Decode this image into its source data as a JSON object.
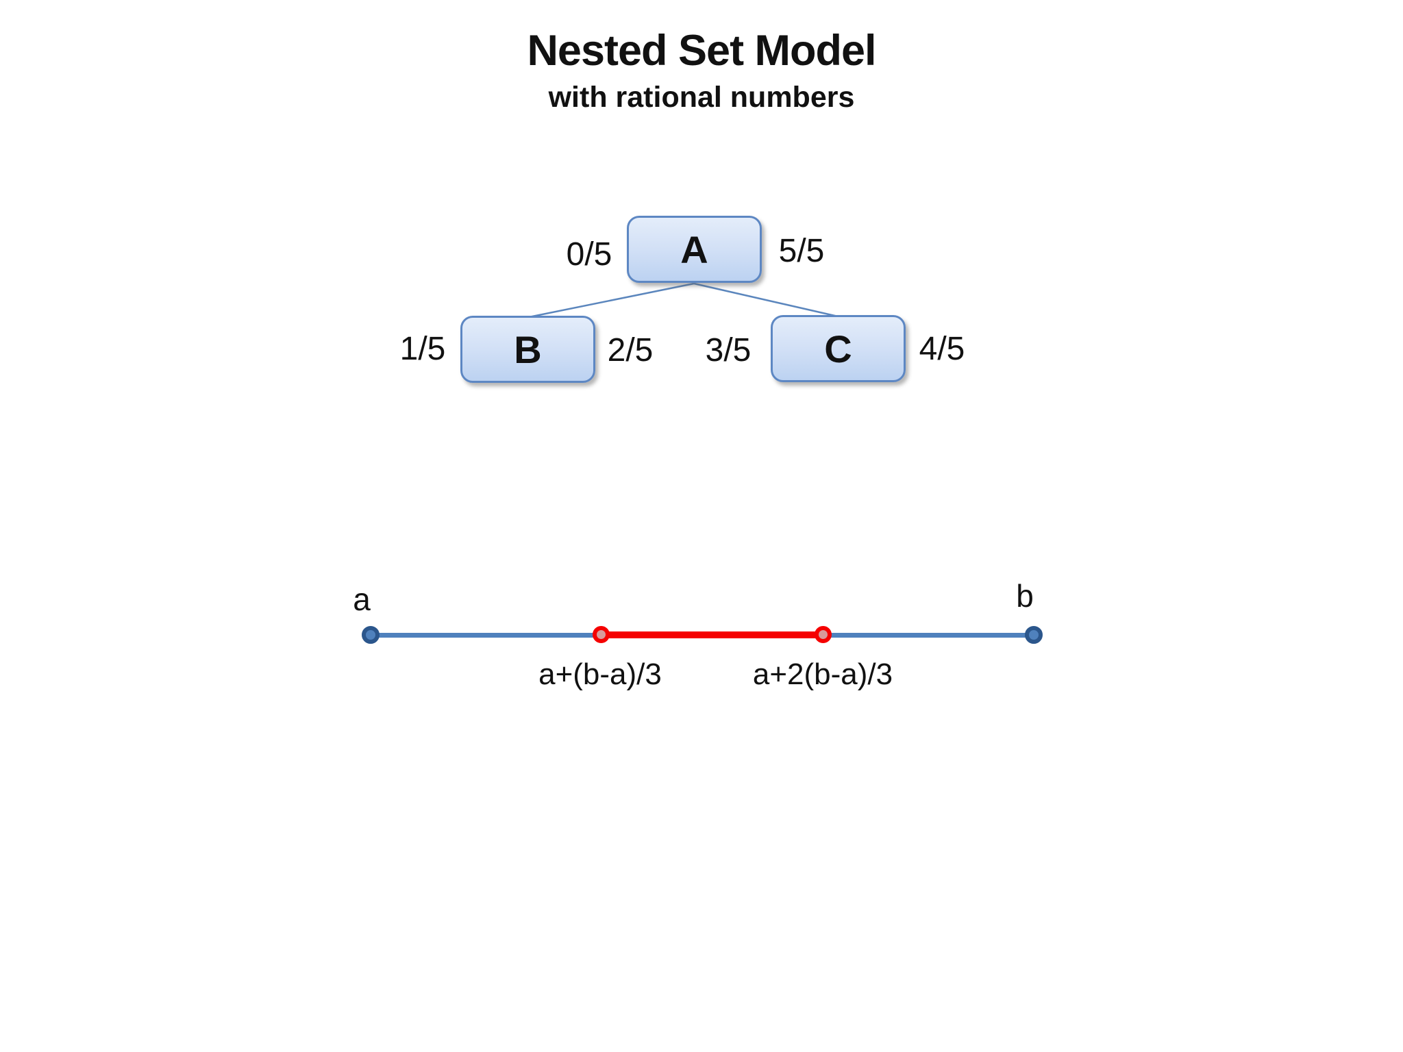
{
  "title": "Nested Set Model",
  "subtitle": "with rational numbers",
  "tree": {
    "nodes": [
      {
        "id": "A",
        "label": "A",
        "left_value": "0/5",
        "right_value": "5/5"
      },
      {
        "id": "B",
        "label": "B",
        "left_value": "1/5",
        "right_value": "2/5"
      },
      {
        "id": "C",
        "label": "C",
        "left_value": "3/5",
        "right_value": "4/5"
      }
    ],
    "edges": [
      {
        "from": "A",
        "to": "B"
      },
      {
        "from": "A",
        "to": "C"
      }
    ]
  },
  "number_line": {
    "start_label": "a",
    "end_label": "b",
    "point1_label": "a+(b-a)/3",
    "point2_label": "a+2(b-a)/3",
    "middle_third_highlighted": true
  },
  "colors": {
    "node_border": "#5d87c3",
    "node_fill_top": "#e4edfa",
    "node_fill_bottom": "#bcd2f1",
    "line_blue": "#4f81bd",
    "endpoint_dot": "#2b568c",
    "segment_red": "#f50000",
    "text": "#111111",
    "background": "#ffffff"
  }
}
